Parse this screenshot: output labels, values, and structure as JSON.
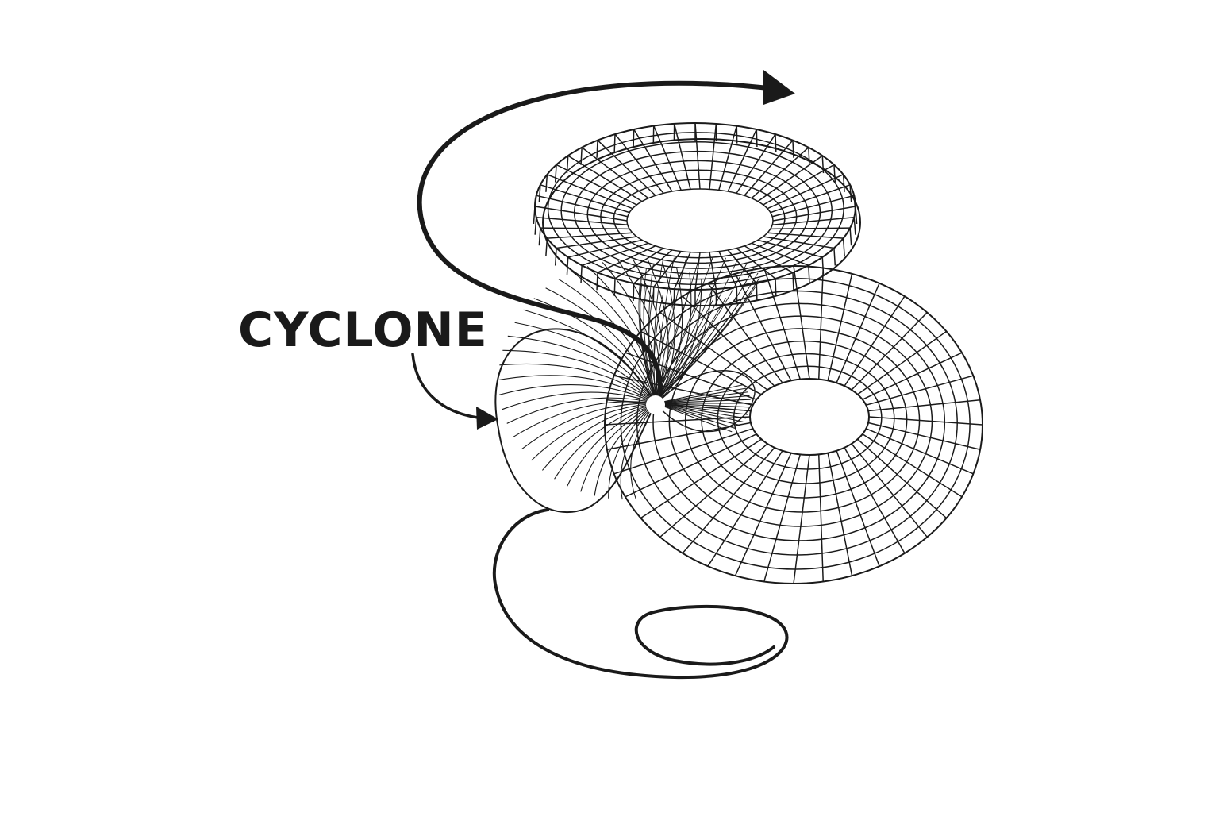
{
  "diagram": {
    "label": "CYCLONE",
    "ink_color": "#1a1a1a",
    "shapes": [
      "funnel-torus-top",
      "toroidal-vortex-bottom",
      "converging-vortex-lobe"
    ],
    "arrows": [
      "spiral-flow-arrow",
      "label-pointer-arrow"
    ]
  }
}
